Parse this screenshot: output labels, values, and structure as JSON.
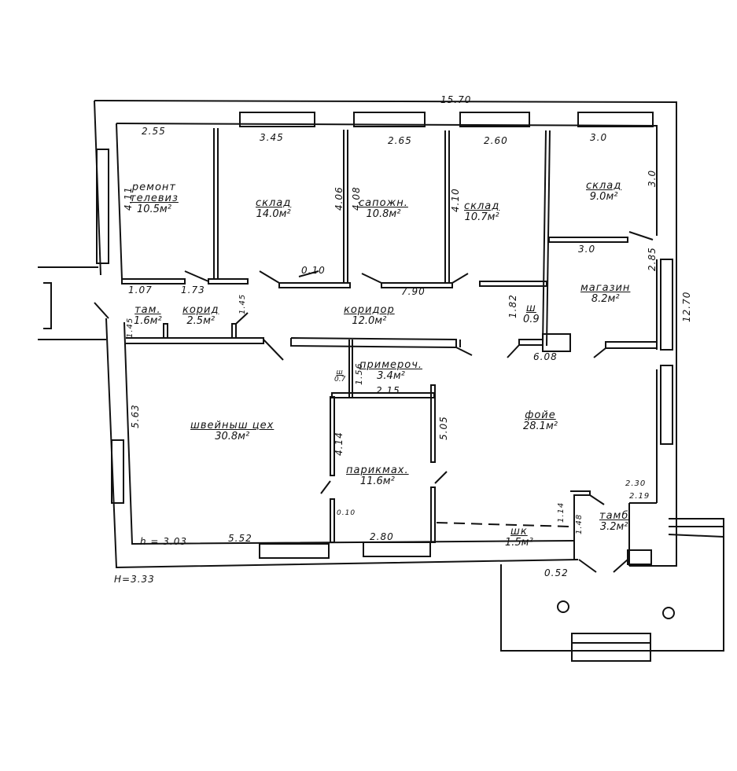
{
  "plan": {
    "overall_width": "15.70",
    "overall_depth": "12.70",
    "ceiling_height_inner": "h = 3.03",
    "ceiling_height_outer": "H=3.33"
  },
  "rooms": [
    {
      "name": "ремонт телевиз",
      "name_line1": "ремонт",
      "name_line2": "телевиз",
      "area": "10.5м²"
    },
    {
      "name": "склад",
      "area": "14.0м²"
    },
    {
      "name": "сапожн.",
      "area": "10.8м²"
    },
    {
      "name": "склад",
      "area": "10.7м²"
    },
    {
      "name": "склад",
      "area": "9.0м²"
    },
    {
      "name": "магазин",
      "area": "8.2м²"
    },
    {
      "name": "там.",
      "area": "1.6м²"
    },
    {
      "name": "корид",
      "area": "2.5м²"
    },
    {
      "name": "коридор",
      "area": "12.0м²"
    },
    {
      "name": "ш",
      "area": "0.9"
    },
    {
      "name": "примероч.",
      "area": "3.4м²"
    },
    {
      "name": "ш",
      "area": "0.7"
    },
    {
      "name": "швейныш цех",
      "area": "30.8м²"
    },
    {
      "name": "парикмах.",
      "area": "11.6м²"
    },
    {
      "name": "фойе",
      "area": "28.1м²"
    },
    {
      "name": "шк",
      "area": "1.5м²"
    },
    {
      "name": "тамб",
      "area": "3.2м²"
    }
  ],
  "dimensions": {
    "d_2_55": "2.55",
    "d_3_45": "3.45",
    "d_2_65": "2.65",
    "d_2_60": "2.60",
    "d_3_0_top": "3.0",
    "d_4_11": "4.11",
    "d_4_06": "4.06",
    "d_4_08": "4.08",
    "d_4_10": "4.10",
    "d_3_0_side": "3.0",
    "d_3_0_mid": "3.0",
    "d_2_85": "2.85",
    "d_1_07": "1.07",
    "d_1_73": "1.73",
    "d_1_45a": "1.45",
    "d_1_45b": "1.45",
    "d_0_10a": "0.10",
    "d_7_90": "7.90",
    "d_1_82": "1.82",
    "d_6_08": "6.08",
    "d_1_56": "1.56",
    "d_2_15": "2.15",
    "d_5_63": "5.63",
    "d_4_14": "4.14",
    "d_5_05": "5.05",
    "d_0_10b": "0.10",
    "d_5_52": "5.52",
    "d_2_80": "2.80",
    "d_2_30": "2.30",
    "d_2_19": "2.19",
    "d_1_14": "1.14",
    "d_1_48": "1.48",
    "d_0_52": "0.52"
  }
}
